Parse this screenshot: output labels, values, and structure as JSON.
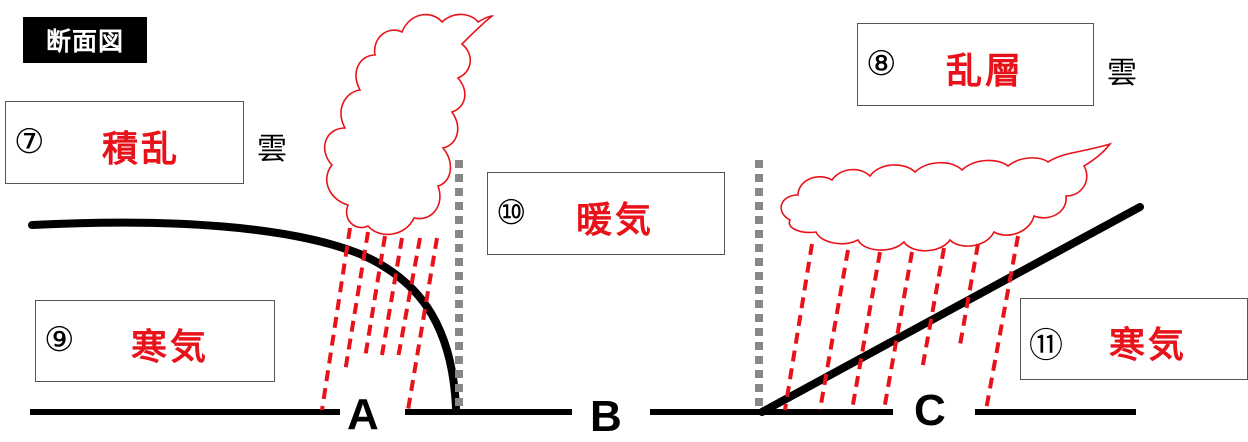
{
  "header_tag": "断面図",
  "boxes": {
    "b7": {
      "num": "⑦",
      "answer": "積乱",
      "suffix": "雲"
    },
    "b8": {
      "num": "⑧",
      "answer": "乱層",
      "suffix": "雲"
    },
    "b9": {
      "num": "⑨",
      "answer": "寒気"
    },
    "b10": {
      "num": "⑩",
      "answer": "暖気"
    },
    "b11": {
      "num": "⑪",
      "answer": "寒気"
    }
  },
  "points": {
    "a": "A",
    "b": "B",
    "c": "C"
  },
  "colors": {
    "answer": "#e8131a",
    "rain": "#e8131a",
    "front_line": "#000000",
    "divider": "#888888",
    "cloud_outline": "#e8131a"
  }
}
